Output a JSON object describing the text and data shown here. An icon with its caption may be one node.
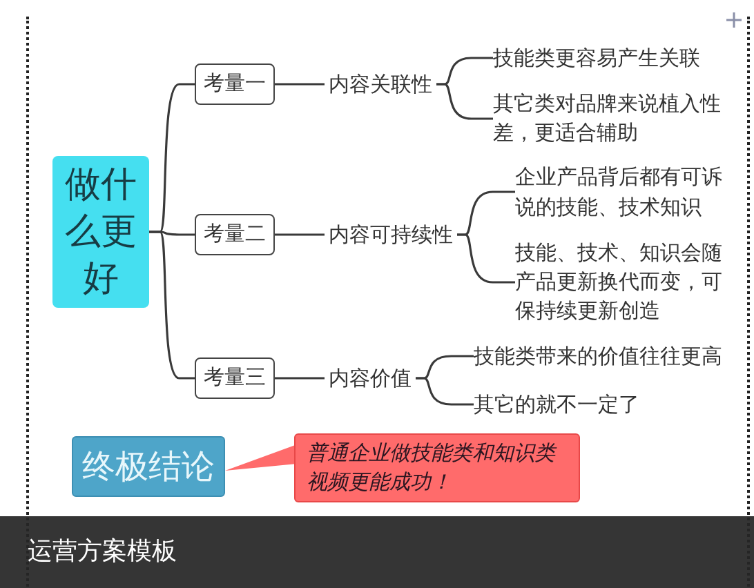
{
  "diagram": {
    "caption": "运营方案模板",
    "nodes": [
      {
        "text": [
          "做什么更好"
        ]
      },
      {
        "text": [
          "考量一"
        ]
      },
      {
        "text": [
          "内容关联性"
        ]
      },
      {
        "text": [
          "技能类更容易产生关联"
        ]
      },
      {
        "text": [
          "其它类对品牌来说植入性差，更适合辅助"
        ]
      },
      {
        "text": [
          "考量二"
        ]
      },
      {
        "text": [
          "内容可持续性"
        ]
      },
      {
        "text": [
          "企业产品背后都有可诉说的技能、技术知识"
        ]
      },
      {
        "text": [
          "技能、技术、知识会随产品更新换代而变，可保持续更新创造"
        ]
      },
      {
        "text": [
          "考量三"
        ]
      },
      {
        "text": [
          "内容价值"
        ]
      },
      {
        "text": [
          "技能类带来的价值往往更高"
        ]
      },
      {
        "text": [
          "其它的就不一定了"
        ]
      },
      {
        "text": [
          "终极结论"
        ]
      },
      {
        "text": [
          "普通企业做技能类和知识类视频更能成功！"
        ]
      }
    ],
    "edges": [
      {
        "from": 0,
        "to": 1,
        "arrow": "none"
      },
      {
        "from": 0,
        "to": 5,
        "arrow": "none"
      },
      {
        "from": 0,
        "to": 9,
        "arrow": "none"
      },
      {
        "from": 1,
        "to": 2,
        "arrow": "none"
      },
      {
        "from": 2,
        "to": 3,
        "arrow": "none"
      },
      {
        "from": 2,
        "to": 4,
        "arrow": "none"
      },
      {
        "from": 5,
        "to": 6,
        "arrow": "none"
      },
      {
        "from": 6,
        "to": 7,
        "arrow": "none"
      },
      {
        "from": 6,
        "to": 8,
        "arrow": "none"
      },
      {
        "from": 9,
        "to": 10,
        "arrow": "none"
      },
      {
        "from": 10,
        "to": 11,
        "arrow": "none"
      },
      {
        "from": 10,
        "to": 12,
        "arrow": "none"
      },
      {
        "from": 14,
        "to": 13,
        "arrow": "none",
        "color": "#ff6b6b"
      }
    ]
  }
}
